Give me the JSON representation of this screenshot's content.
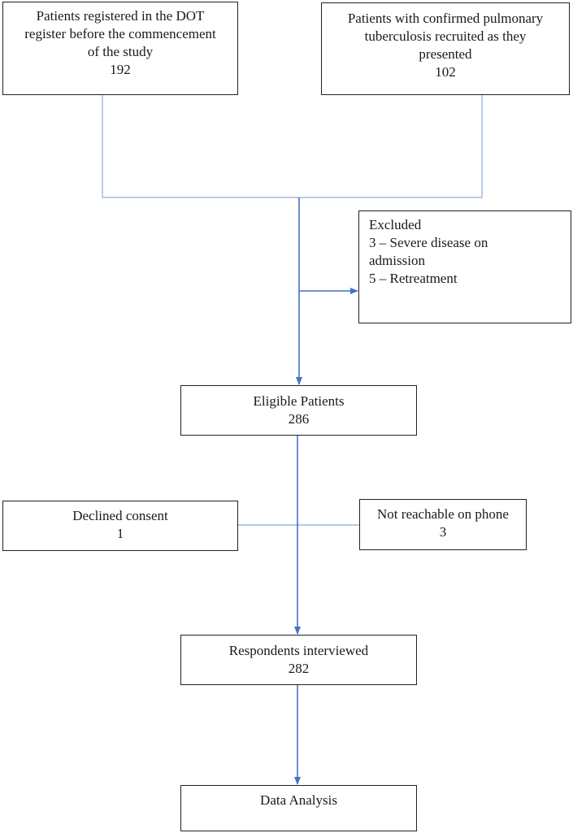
{
  "boxes": {
    "registered": {
      "lines": [
        "Patients registered in the DOT",
        "register before the commencement",
        "of the study",
        "192"
      ]
    },
    "recruited": {
      "lines": [
        "Patients with confirmed pulmonary",
        "tuberculosis recruited as they",
        "presented",
        "102"
      ]
    },
    "excluded": {
      "lines": [
        "Excluded",
        "3 – Severe disease on",
        "admission",
        "5 – Retreatment"
      ]
    },
    "eligible": {
      "lines": [
        "Eligible Patients",
        "286"
      ]
    },
    "declined": {
      "lines": [
        "Declined consent",
        "1"
      ]
    },
    "not_reachable": {
      "lines": [
        "Not reachable on phone",
        "3"
      ]
    },
    "interviewed": {
      "lines": [
        "Respondents interviewed",
        "282"
      ]
    },
    "analysis": {
      "lines": [
        "Data Analysis"
      ]
    }
  },
  "colors": {
    "arrow": "#4472c4",
    "thin_line": "#8eaadb",
    "box_border": "#222222"
  }
}
